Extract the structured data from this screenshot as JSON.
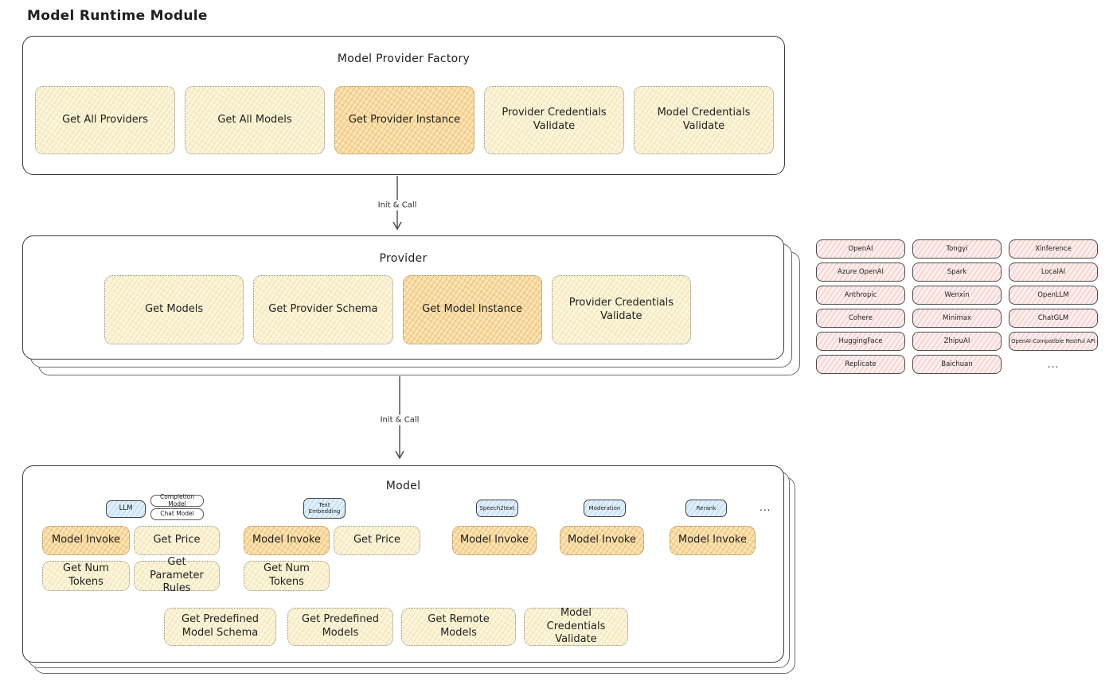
{
  "title": "Model Runtime Module",
  "colors": {
    "stroke": "#3a3a3a",
    "button_yellow": "#fdf8e1",
    "button_highlight_orange": "#fbeccb",
    "chip_pink": "#fdf1f0",
    "tag_blue": "#e3f1fc"
  },
  "factory": {
    "title": "Model Provider Factory",
    "buttons": [
      {
        "label": "Get All Providers",
        "highlighted": false
      },
      {
        "label": "Get All Models",
        "highlighted": false
      },
      {
        "label": "Get Provider Instance",
        "highlighted": true
      },
      {
        "label": "Provider Credentials Validate",
        "highlighted": false
      },
      {
        "label": "Model Credentials Validate",
        "highlighted": false
      }
    ]
  },
  "arrow1": {
    "label": "Init & Call"
  },
  "arrow2": {
    "label": "Init & Call"
  },
  "provider": {
    "title": "Provider",
    "buttons": [
      {
        "label": "Get Models",
        "highlighted": false
      },
      {
        "label": "Get Provider Schema",
        "highlighted": false
      },
      {
        "label": "Get Model Instance",
        "highlighted": true
      },
      {
        "label": "Provider Credentials Validate",
        "highlighted": false
      }
    ]
  },
  "providers": [
    "OpenAI",
    "Tongyi",
    "Xinference",
    "Azure OpenAI",
    "Spark",
    "LocalAI",
    "Anthropic",
    "Wenxin",
    "OpenLLM",
    "Cohere",
    "Minimax",
    "ChatGLM",
    "HuggingFace",
    "ZhipuAI",
    "OpenAI-Compatible RestFul API",
    "Replicate",
    "Baichuan",
    "..."
  ],
  "model": {
    "title": "Model",
    "ellipsis": "...",
    "tags": {
      "llm": "LLM",
      "completion": "Completion Model",
      "chat": "Chat Model",
      "text_embedding": "Text Embedding",
      "speech2text": "Speech2text",
      "moderation": "Moderation",
      "rerank": "Rerank"
    },
    "buttons": {
      "model_invoke": "Model Invoke",
      "get_price": "Get Price",
      "get_num_tokens": "Get Num Tokens",
      "get_parameter_rules": "Get Parameter Rules",
      "get_predefined_model_schema": "Get Predefined Model Schema",
      "get_predefined_models": "Get Predefined Models",
      "get_remote_models": "Get Remote Models",
      "model_credentials_validate": "Model Credentials Validate"
    }
  }
}
